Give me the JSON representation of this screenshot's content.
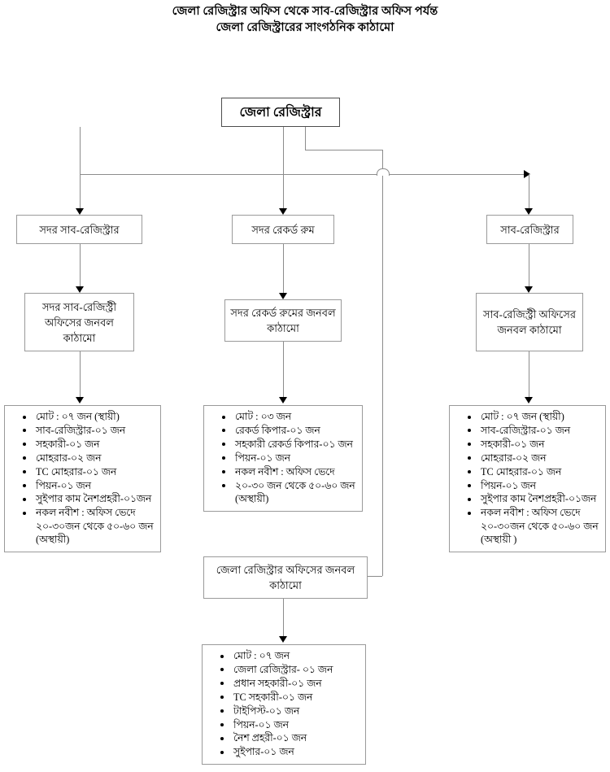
{
  "title": {
    "line1": "জেলা রেজিস্ট্রার অফিস থেকে সাব-রেজিস্ট্রার অফিস পর্যন্ত",
    "line2": "জেলা রেজিস্ট্রারের সাংগঠনিক কাঠামো"
  },
  "root": {
    "label": "জেলা রেজিস্ট্রার"
  },
  "branches": [
    {
      "head": "সদর সাব-রেজিস্ট্রার",
      "structure": "সদর সাব-রেজিস্ট্রী অফিসের জনবল কাঠামো",
      "items": [
        "মোট : ০৭ জন (স্থায়ী)",
        "সাব-রেজিস্ট্রার-০১ জন",
        "সহকারী-০১ জন",
        "মোহরার-০২ জন",
        "TC মোহরার-০১ জন",
        "পিয়ন-০১ জন",
        "সুইপার কাম নৈশপ্রহরী-০১জন",
        "নকল নবীশ : অফিস ভেদে ২০-৩০জন থেকে ৫০-৬০ জন (অস্থায়ী)"
      ]
    },
    {
      "head": "সদর রেকর্ড রুম",
      "structure": "সদর রেকর্ড রুমের জনবল কাঠামো",
      "items": [
        "মোট : ০৩ জন",
        "রেকর্ড কিপার-০১ জন",
        "সহকারী রেকর্ড কিপার-০১ জন",
        "পিয়ন-০১ জন",
        "নকল নবীশ : অফিস ভেদে",
        "২০-৩০ জন থেকে ৫০-৬০ জন (অস্থায়ী)"
      ]
    },
    {
      "head": "সাব-রেজিস্ট্রার",
      "structure": "সাব-রেজিস্ট্রী অফিসের জনবল কাঠামো",
      "items": [
        "মোট : ০৭ জন (স্থায়ী)",
        "সাব-রেজিস্ট্রার-০১ জন",
        "সহকারী-০১ জন",
        "মোহরার-০২ জন",
        "TC মোহরার-০১ জন",
        "পিয়ন-০১ জন",
        "সুইপার কাম নৈশপ্রহরী-০১জন",
        "নকল নবীশ : অফিস ভেদে ২০-৩০জন থেকে ৫০-৬০ জন (অস্থায়ী )"
      ]
    }
  ],
  "office": {
    "structure": "জেলা রেজিস্ট্রার অফিসের জনবল কাঠামো",
    "items": [
      "মোট : ০৭ জন",
      "জেলা রেজিস্ট্রার- ০১ জন",
      "প্রধান সহকারী-০১ জন",
      "TC সহকারী-০১ জন",
      "টাইপিস্ট-০১ জন",
      "পিয়ন-০১ জন",
      "নৈশ প্রহরী-০১ জন",
      "সুইপার-০১ জন"
    ]
  }
}
